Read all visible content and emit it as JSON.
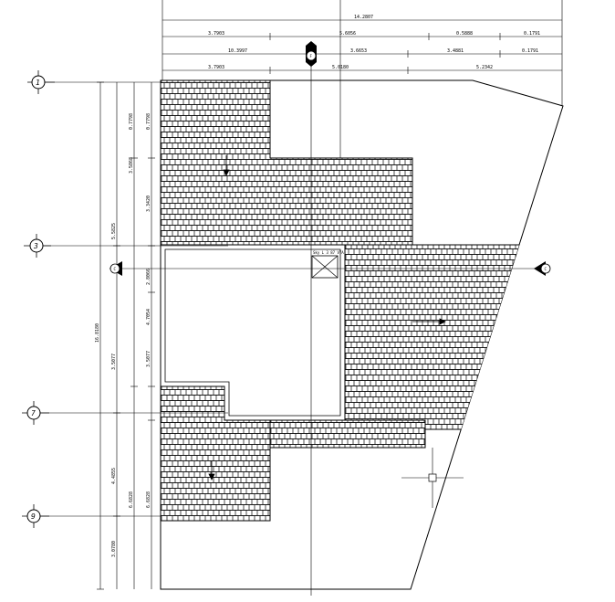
{
  "drawing": {
    "top_dimensions": {
      "overall": "14.2807",
      "row1": [
        "3.7903",
        "5.6056",
        "0.5888",
        "0.1791"
      ],
      "row2": [
        "10.3997",
        "3.6653",
        "3.4881",
        "0.1791"
      ],
      "row3": [
        "3.7903",
        "5.0180",
        "5.2342"
      ]
    },
    "left_dimensions": {
      "overall": "16.8180",
      "col_a": [
        "5.5825",
        "3.5077",
        "4.4855",
        "3.0780"
      ],
      "col_b": [
        "0.7798",
        "3.5868",
        "6.6828"
      ],
      "col_c": [
        "0.7798",
        "3.3420",
        "2.8066",
        "4.7054",
        "3.5077",
        "6.6828"
      ]
    },
    "grid_markers": {
      "rows": [
        "1",
        "3",
        "7",
        "9"
      ],
      "col_top": "F",
      "section_left": "C",
      "section_right": "C"
    },
    "notes": {
      "skylight": "Sky L 3 87 V7A"
    }
  }
}
